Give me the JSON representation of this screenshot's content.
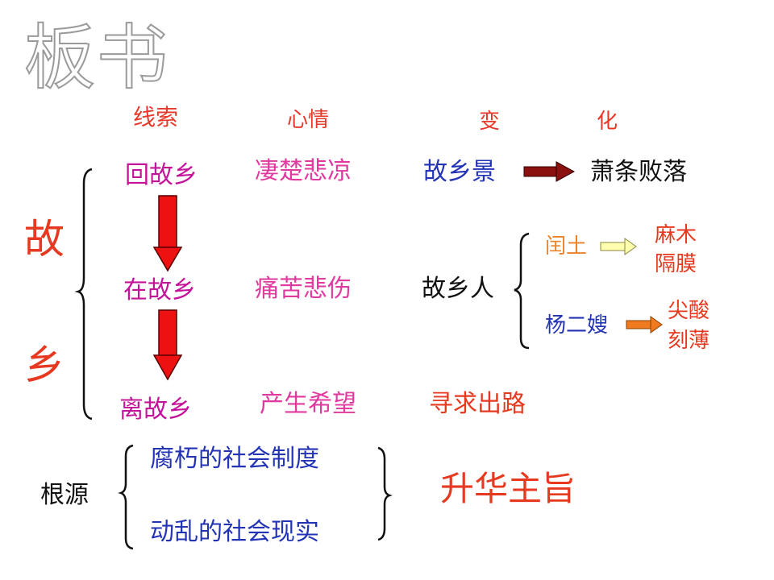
{
  "title": "板书",
  "headers": {
    "clue": "线索",
    "mood": "心情",
    "change_1": "变",
    "change_2": "化"
  },
  "side_label": [
    "故",
    "乡"
  ],
  "stages": [
    {
      "clue": "回故乡",
      "mood": "凄楚悲凉"
    },
    {
      "clue": "在故乡",
      "mood": "痛苦悲伤"
    },
    {
      "clue": "离故乡",
      "mood": "产生希望"
    }
  ],
  "change": {
    "scenery": {
      "label": "故乡景",
      "result": "萧条败落"
    },
    "people": {
      "label": "故乡人",
      "items": [
        {
          "name": "闰土",
          "result": [
            "麻木",
            "隔膜"
          ]
        },
        {
          "name": "杨二嫂",
          "result": [
            "尖酸",
            "刻薄"
          ]
        }
      ]
    },
    "seek": "寻求出路"
  },
  "root": {
    "label": "根源",
    "causes": [
      "腐朽的社会制度",
      "动乱的社会现实"
    ],
    "theme": "升华主旨"
  },
  "colors": {
    "header": "#e8392a",
    "clue": "#c4149a",
    "mood": "#e0399f",
    "blue": "#2333b5",
    "arrow_red": "#ee1111",
    "arrow_dark": "#8b1010",
    "runtu_arrow": "#ffffb0",
    "yang_arrow": "#f07a20"
  }
}
